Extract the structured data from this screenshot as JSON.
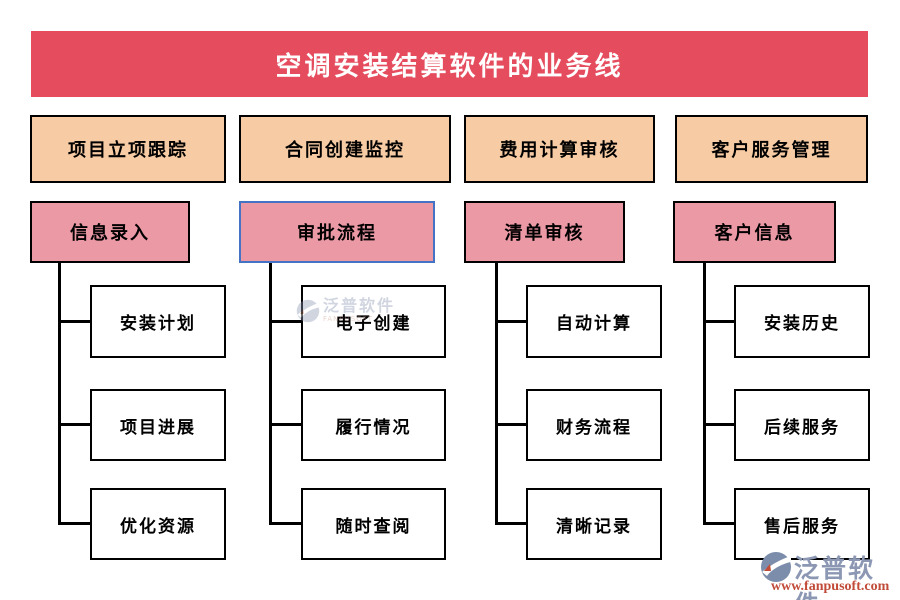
{
  "title": {
    "text": "空调安装结算软件的业务线"
  },
  "colors": {
    "banner_bg": "#E54D5F",
    "header_bg": "#F7CCA4",
    "sub_bg": "#EC99A6",
    "selected_sub_border": "#4472C4",
    "connector": "#000000",
    "brand_text": "#8B97B3",
    "brand_url": "#C14B38"
  },
  "columns": [
    {
      "header": "项目立项跟踪",
      "sub": "信息录入",
      "children": [
        "安装计划",
        "项目进展",
        "优化资源"
      ]
    },
    {
      "header": "合同创建监控",
      "sub": "审批流程",
      "children": [
        "电子创建",
        "履行情况",
        "随时查阅"
      ]
    },
    {
      "header": "费用计算审核",
      "sub": "清单审核",
      "children": [
        "自动计算",
        "财务流程",
        "清晰记录"
      ]
    },
    {
      "header": "客户服务管理",
      "sub": "客户信息",
      "children": [
        "安装历史",
        "后续服务",
        "售后服务"
      ]
    }
  ],
  "logo": {
    "brand": "泛普软件",
    "url": "www.fanpusoft.com"
  },
  "watermark": {
    "brand": "泛普软件",
    "caption": "FANPUSOFT"
  }
}
